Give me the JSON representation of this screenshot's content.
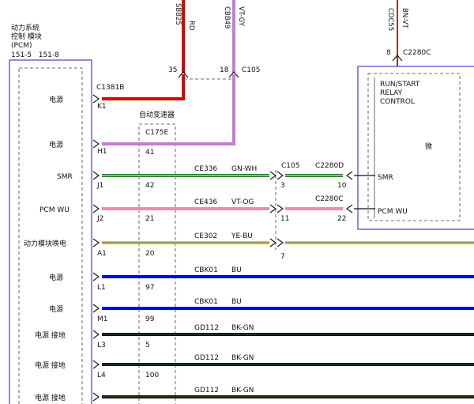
{
  "colors": {
    "red": "#e00000",
    "violet": "#c77ad6",
    "green": "#1e7a1e",
    "pink": "#f08aa6",
    "yellow": "#d8d200",
    "blue": "#0000f0",
    "black": "#0c0c0c",
    "module_border": "#3a44d8"
  },
  "pcm": {
    "title_line1": "动力系统",
    "title_line2": "控制 模块",
    "title_line3": "(PCM)",
    "pages": "151-5   151-8",
    "connector": "C1381B"
  },
  "trans": {
    "title": "自动变速器",
    "connector": "C175E"
  },
  "top_wires": [
    {
      "circuit": "SBB25",
      "color": "RD",
      "pin": "35"
    },
    {
      "circuit": "CBB49",
      "color": "VT-GY",
      "pin": "18",
      "connector": "C105"
    },
    {
      "circuit": "CDC55",
      "color": "BN-VT",
      "pin": "8",
      "connector": "C2280C"
    }
  ],
  "relay": {
    "label_line1": "RUN/START",
    "label_line2": "RELAY",
    "label_line3": "CONTROL",
    "micro": "微",
    "smr": "SMR",
    "pcmwu": "PCM WU"
  },
  "rows": [
    {
      "label": "电源",
      "pin": "K1"
    },
    {
      "label": "电源",
      "pin": "H1",
      "tpin": "41"
    },
    {
      "label": "SMR",
      "pin": "J1",
      "tpin": "42",
      "circuit": "CE336",
      "color": "GN-WH",
      "c105": "C105",
      "c105pin": "3",
      "c2280": "C2280D",
      "c2280pin": "10"
    },
    {
      "label": "PCM WU",
      "pin": "J2",
      "tpin": "21",
      "circuit": "CE436",
      "color": "VT-OG",
      "c105pin": "11",
      "c2280": "C2280C",
      "c2280pin": "22"
    },
    {
      "label": "动力模块唤电",
      "pin": "A1",
      "tpin": "20",
      "circuit": "CE302",
      "color": "YE-BU",
      "c105pin": "7"
    },
    {
      "label": "电源",
      "pin": "L1",
      "tpin": "97",
      "circuit": "CBK01",
      "color": "BU"
    },
    {
      "label": "电源",
      "pin": "M1",
      "tpin": "99",
      "circuit": "CBK01",
      "color": "BU"
    },
    {
      "label": "电源 接地",
      "pin": "L3",
      "tpin": "5",
      "circuit": "GD112",
      "color": "BK-GN"
    },
    {
      "label": "电源 接地",
      "pin": "L4",
      "tpin": "100",
      "circuit": "GD112",
      "color": "BK-GN"
    },
    {
      "label": "电源 接地",
      "circuit": "GD112",
      "color": "BK-GN"
    }
  ]
}
